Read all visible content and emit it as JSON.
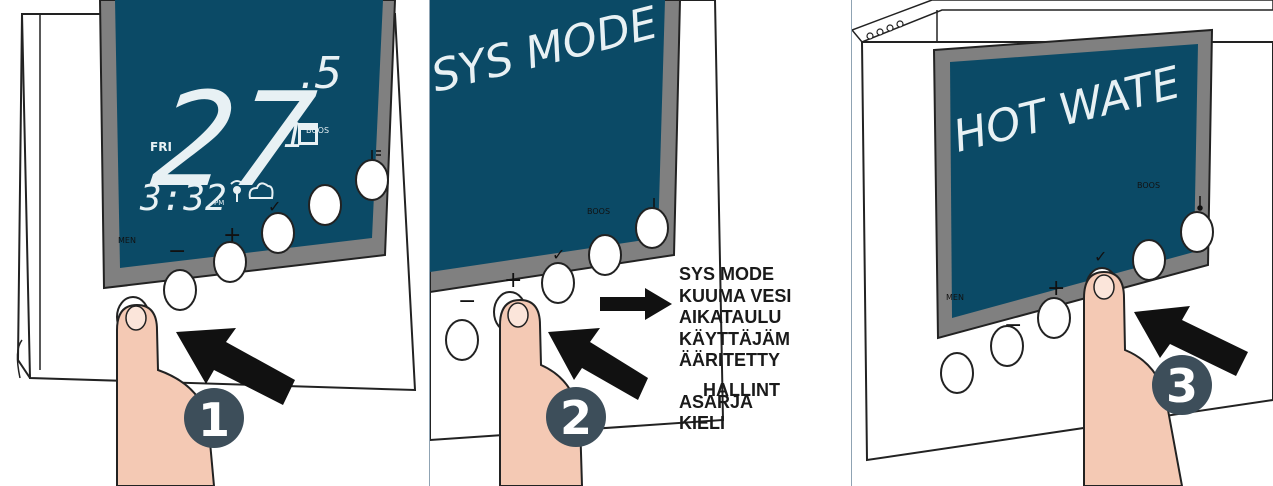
{
  "colors": {
    "lcd": "#0b4a66",
    "lcd_text": "#e8f1f4",
    "bezel": "#808080",
    "frame": "#ffffff",
    "skin": "#f4c9b4",
    "step_badge": "#3d4e5a",
    "arrow": "#111111",
    "divider": "#8fa3b3"
  },
  "panel1": {
    "temp_big": "27",
    "temp_decimal": ".5",
    "day": "FRI",
    "time": "3:32",
    "time_suffix": "PM",
    "zone": "1",
    "boost_label": "BOOS",
    "menu_label": "MEN",
    "minus_label": "−",
    "plus_label": "+",
    "check_label": "✓",
    "step": "1"
  },
  "panel2": {
    "lcd_text": "SYS MODE",
    "boost_label": "BOOS",
    "minus_label": "−",
    "plus_label": "+",
    "check_label": "✓",
    "step": "2"
  },
  "menu_list": {
    "line1": "SYS MODE",
    "line2": "KUUMA VESI",
    "line3": "AIKATAULU",
    "line4": "KÄYTTÄJÄM",
    "line5": "ÄÄRITETTY",
    "line6": "HALLINT",
    "line7": "ASARJA",
    "line8": "KIELI"
  },
  "panel3": {
    "lcd_text": "HOT WATE",
    "boost_label": "BOOS",
    "menu_label": "MEN",
    "minus_label": "−",
    "plus_label": "+",
    "check_label": "✓",
    "step": "3"
  }
}
